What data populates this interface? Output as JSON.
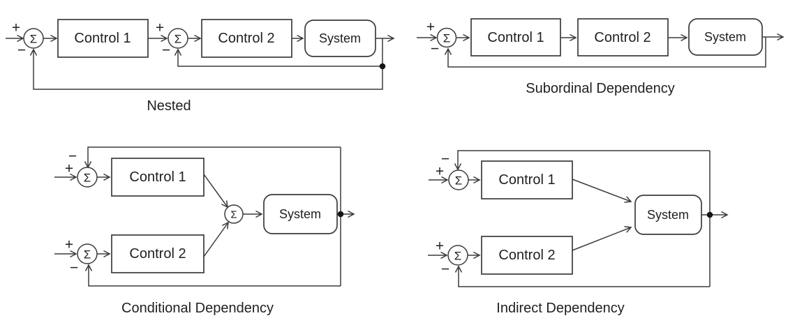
{
  "figure": {
    "type": "control-system-block-diagrams",
    "background_color": "#ffffff",
    "line_color": "#3b3b3b",
    "text_color": "#1f1f1f"
  },
  "symbols": {
    "sum": "Σ",
    "plus": "+",
    "minus": "−"
  },
  "diagrams": {
    "nested": {
      "title": "Nested",
      "control1": "Control 1",
      "control2": "Control 2",
      "system": "System"
    },
    "subordinal": {
      "title": "Subordinal Dependency",
      "control1": "Control 1",
      "control2": "Control 2",
      "system": "System"
    },
    "conditional": {
      "title": "Conditional Dependency",
      "control1": "Control 1",
      "control2": "Control 2",
      "system": "System"
    },
    "indirect": {
      "title": "Indirect Dependency",
      "control1": "Control 1",
      "control2": "Control 2",
      "system": "System"
    }
  }
}
